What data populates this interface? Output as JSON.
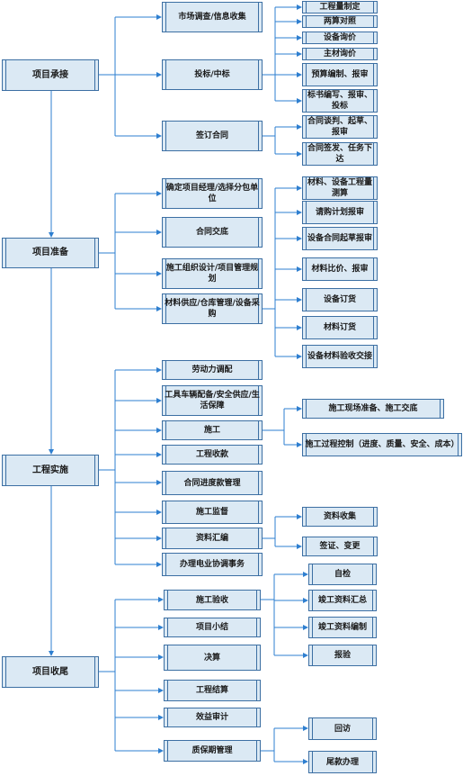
{
  "colors": {
    "line": "#2e7fd0",
    "box_fill": "#dbe9f4",
    "box_border": "#3c6fa3"
  },
  "phases": [
    {
      "name": "项目承接",
      "steps": [
        {
          "name": "市场调查/信息收集",
          "subs": []
        },
        {
          "name": "投标/中标",
          "subs": [
            "工程量制定",
            "两算对照",
            "设备询价",
            "主材询价",
            "预算编制、报审",
            "标书编写、报审、投标"
          ]
        },
        {
          "name": "签订合同",
          "subs": [
            "合同谈判、起草、报审",
            "合同签发、任务下达"
          ]
        }
      ]
    },
    {
      "name": "项目准备",
      "steps": [
        {
          "name": "确定项目经理/选择分包单位",
          "subs": []
        },
        {
          "name": "合同交底",
          "subs": []
        },
        {
          "name": "施工组织设计/项目管理规划",
          "subs": []
        },
        {
          "name": "材料供应/仓库管理/设备采购",
          "subs": [
            "材料、设备工程量测算",
            "请购计划报审",
            "设备合同起草报审",
            "材料比价、报审",
            "设备订货",
            "材料订货",
            "设备材料验收交接"
          ]
        }
      ]
    },
    {
      "name": "工程实施",
      "steps": [
        {
          "name": "劳动力调配",
          "subs": []
        },
        {
          "name": "工具车辆配备/安全供应/生活保障",
          "subs": []
        },
        {
          "name": "施工",
          "subs": [
            "施工现场准备、施工交底",
            "施工过程控制（进度、质量、安全、成本）"
          ]
        },
        {
          "name": "工程收款",
          "subs": []
        },
        {
          "name": "合同进度款管理",
          "subs": []
        },
        {
          "name": "施工监督",
          "subs": []
        },
        {
          "name": "资料汇编",
          "subs": [
            "资料收集",
            "签证、变更"
          ]
        },
        {
          "name": "办理电业协调事务",
          "subs": []
        }
      ]
    },
    {
      "name": "项目收尾",
      "steps": [
        {
          "name": "施工验收",
          "subs": [
            "自检",
            "竣工资料汇总",
            "竣工资料编制",
            "报验"
          ]
        },
        {
          "name": "项目小结",
          "subs": []
        },
        {
          "name": "决算",
          "subs": []
        },
        {
          "name": "工程结算",
          "subs": []
        },
        {
          "name": "效益审计",
          "subs": []
        },
        {
          "name": "质保期管理",
          "subs": [
            "回访",
            "尾款办理"
          ]
        }
      ]
    }
  ]
}
